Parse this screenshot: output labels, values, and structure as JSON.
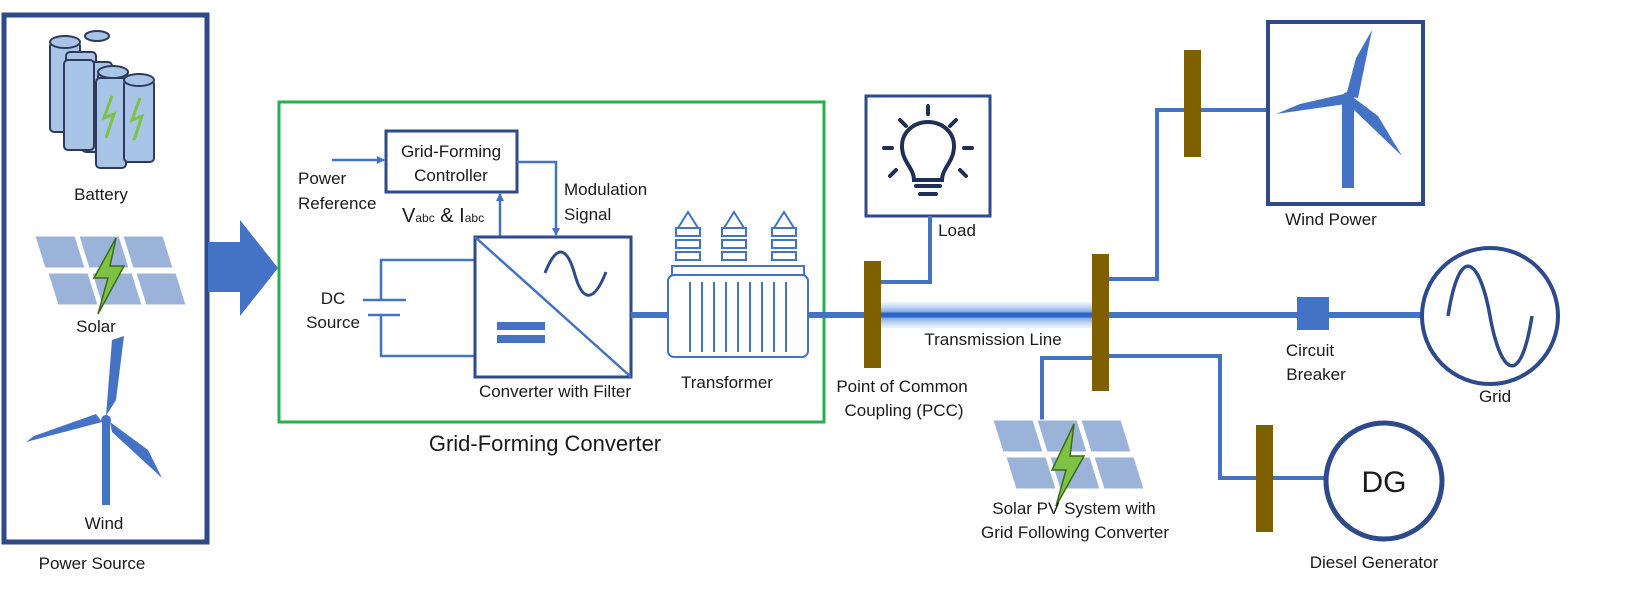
{
  "power_source": {
    "battery": "Battery",
    "solar": "Solar",
    "wind": "Wind",
    "caption": "Power Source"
  },
  "gfc": {
    "controller_line1": "Grid-Forming",
    "controller_line2": "Controller",
    "power_ref_line1": "Power",
    "power_ref_line2": "Reference",
    "modulation_line1": "Modulation",
    "modulation_line2": "Signal",
    "v_main": "V",
    "v_sub": "abc",
    "amp": " & I",
    "i_sub": "abc",
    "dc_line1": "DC",
    "dc_line2": "Source",
    "converter": "Converter with Filter",
    "transformer": "Transformer",
    "caption": "Grid-Forming Converter"
  },
  "network": {
    "load": "Load",
    "pcc_line1": "Point of Common",
    "pcc_line2": "Coupling (PCC)",
    "transmission_line": "Transmission Line",
    "wind_power": "Wind Power",
    "breaker_line1": "Circuit",
    "breaker_line2": "Breaker",
    "grid": "Grid",
    "pv_line1": "Solar PV System with",
    "pv_line2": "Grid Following Converter",
    "dg_symbol": "DG",
    "dg_caption": "Diesel Generator"
  },
  "colors": {
    "dark_blue": "#2e4a8a",
    "mid_blue": "#4472c4",
    "green_frame": "#22b14c",
    "bus_bar": "#7f6000",
    "panel": "#9bb3d9",
    "bolt": "#7dc242"
  }
}
